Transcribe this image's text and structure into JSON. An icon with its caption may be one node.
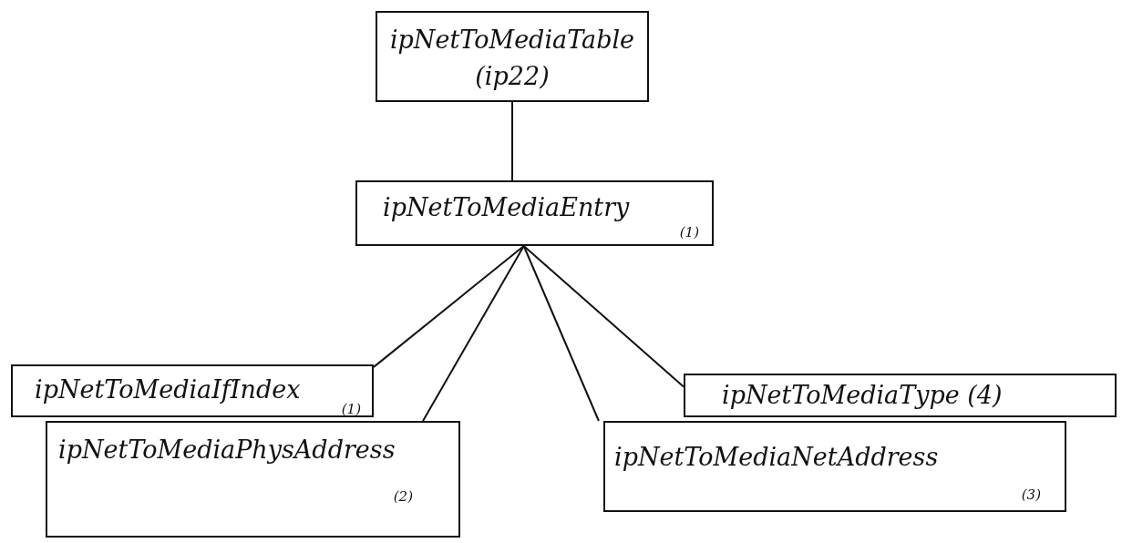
{
  "diagram": {
    "nodes": [
      {
        "text": [
          "ipNetToMediaTable (ip22)"
        ]
      },
      {
        "text": [
          "ipNetToMediaEntry",
          "(1)"
        ]
      },
      {
        "text": [
          "ipNetToMediaIfIndex",
          "(1)"
        ]
      },
      {
        "text": [
          "ipNetToMediaPhysAddress",
          "(2)"
        ]
      },
      {
        "text": [
          "ipNetToMediaType (4)"
        ]
      },
      {
        "text": [
          "ipNetToMediaNetAddress",
          "(3)"
        ]
      }
    ],
    "edges": [
      {
        "from": 0,
        "to": 1,
        "arrow": "none"
      },
      {
        "from": 1,
        "to": 2,
        "arrow": "none"
      },
      {
        "from": 1,
        "to": 3,
        "arrow": "none"
      },
      {
        "from": 1,
        "to": 5,
        "arrow": "none"
      },
      {
        "from": 1,
        "to": 4,
        "arrow": "none"
      }
    ]
  }
}
